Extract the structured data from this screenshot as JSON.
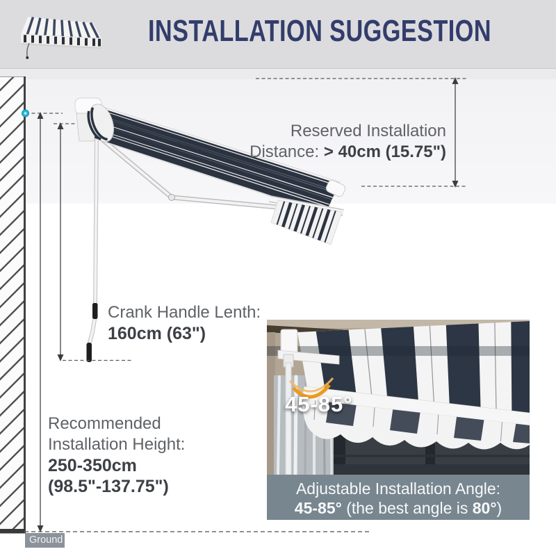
{
  "header": {
    "title": "INSTALLATION SUGGESTION",
    "thumbnail_icon": "striped-awning-icon"
  },
  "diagram": {
    "reserved_distance": {
      "line1": "Reserved Installation",
      "label": "Distance: ",
      "value": "> 40cm (15.75\")"
    },
    "crank_handle": {
      "label": "Crank Handle Lenth:",
      "value": "160cm (63\")"
    },
    "install_height": {
      "line1": "Recommended",
      "line2": "Installation Height:",
      "value_line1": "250-350cm",
      "value_line2": "(98.5\"-137.75\")"
    },
    "ground_label": "Ground"
  },
  "inset": {
    "angle_badge": "45-85°",
    "caption_line1": "Adjustable Installation Angle:",
    "caption_bold1": "45-85°",
    "caption_mid": " (the best angle is ",
    "caption_bold2": "80°",
    "caption_end": ")"
  },
  "colors": {
    "header_bg": "#dcdcdf",
    "title_navy": "#333d6b",
    "text_gray": "#5f6266",
    "text_dark": "#3d4045",
    "awning_navy": "#2b3340",
    "cyan_marker": "#2cb4d4",
    "orange_arc": "#ed9a1f",
    "caption_bg": "#758490",
    "ground_badge_bg": "#8c9299"
  }
}
